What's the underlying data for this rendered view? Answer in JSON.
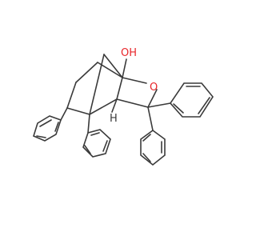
{
  "molecule": {
    "colors": {
      "bond": "#3a3a3a",
      "oxygen": "#e8262a",
      "carbon": "#3a3a3a"
    },
    "labels": {
      "hydroxyl": "OH",
      "ring_oxygen": "O",
      "bridgehead_h": "H"
    }
  }
}
